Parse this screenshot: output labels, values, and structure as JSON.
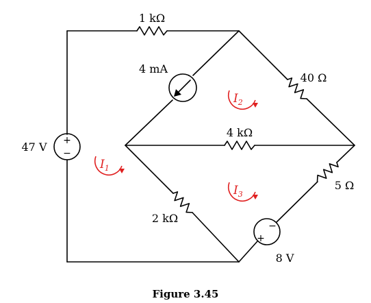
{
  "diagram": {
    "components": {
      "r_top": "1 kΩ",
      "current_source": "4 mA",
      "r_upper_right": "40 Ω",
      "r_middle": "4 kΩ",
      "r_lower_left": "2 kΩ",
      "r_lower_right": "5 Ω",
      "v_source_left": "47 V",
      "v_source_bottom": "8 V"
    },
    "loops": [
      {
        "letter": "I",
        "sub": "1"
      },
      {
        "letter": "I",
        "sub": "2"
      },
      {
        "letter": "I",
        "sub": "3"
      }
    ],
    "polarity": {
      "plus": "+",
      "minus": "−"
    }
  },
  "caption": "Figure 3.45",
  "colors": {
    "wire": "#000000",
    "mesh_current": "#e02020"
  }
}
